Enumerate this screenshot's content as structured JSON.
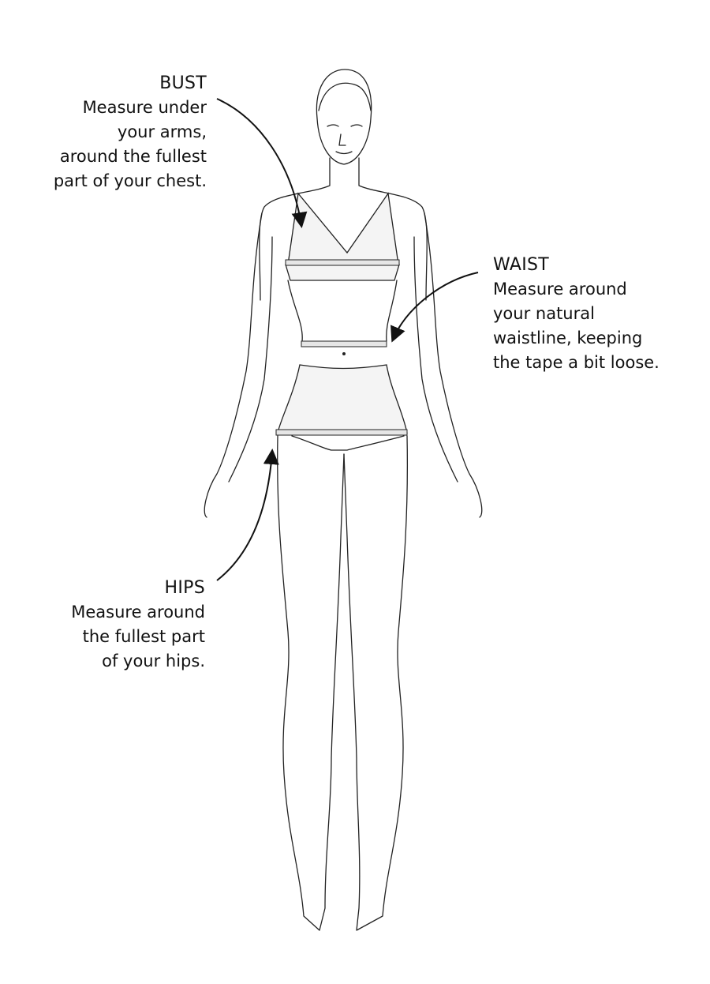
{
  "bust": {
    "title": "BUST",
    "lines": [
      "Measure under",
      "your arms,",
      "around the fullest",
      "part of your chest."
    ]
  },
  "waist": {
    "title": "WAIST",
    "lines": [
      "Measure around",
      "your natural",
      "waistline, keeping",
      "the tape a bit loose."
    ]
  },
  "hips": {
    "title": "HIPS",
    "lines": [
      "Measure around",
      "the fullest part",
      "of your hips."
    ]
  }
}
